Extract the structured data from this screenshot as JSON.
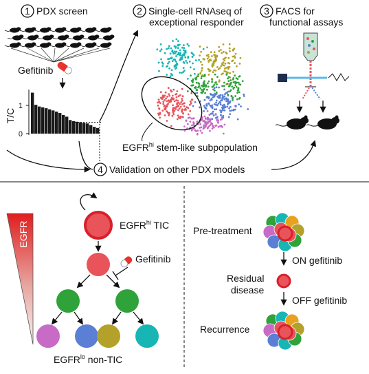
{
  "panel_top": {
    "step1": {
      "number": "1",
      "title": "PDX screen"
    },
    "step2": {
      "number": "2",
      "title_line1": "Single-cell RNAseq of",
      "title_line2": "exceptional responder"
    },
    "step3": {
      "number": "3",
      "title_line1": "FACS for",
      "title_line2": "functional assays"
    },
    "step4": {
      "number": "4",
      "title": "Validation on other PDX models"
    },
    "drug_label": "Gefitinib",
    "waterfall": {
      "ylabel": "T/C",
      "ticks": [
        "0",
        "1"
      ],
      "bars": [
        1.45,
        1.02,
        0.96,
        0.93,
        0.9,
        0.86,
        0.82,
        0.78,
        0.73,
        0.66,
        0.6,
        0.48,
        0.44,
        0.42,
        0.4,
        0.38,
        0.36,
        0.3,
        0.24,
        0.2
      ],
      "highlight_level": 0.4
    },
    "subpopulation_label": {
      "prefix": "EGFR",
      "sup": "hi",
      "suffix": " stem-like subpopulation"
    }
  },
  "panel_left": {
    "gradient_label": "EGFR",
    "tic_label": {
      "prefix": "EGFR",
      "sup": "hi",
      "suffix": " TIC"
    },
    "drug_label": "Gefitinib",
    "nontic_label": {
      "prefix": "EGFR",
      "sup": "lo",
      "suffix": " non-TIC"
    }
  },
  "panel_right": {
    "pretreatment": "Pre-treatment",
    "on_label": "ON gefitinib",
    "residual_line1": "Residual",
    "residual_line2": "disease",
    "off_label": "OFF gefitinib",
    "recurrence": "Recurrence"
  },
  "colors": {
    "red": "#e8545a",
    "red_border": "#d9202a",
    "green": "#2fa23a",
    "purple": "#c76bc6",
    "blue": "#5a7fd4",
    "olive": "#b3a12a",
    "teal": "#18b5b5",
    "orange": "#e8a21f"
  }
}
